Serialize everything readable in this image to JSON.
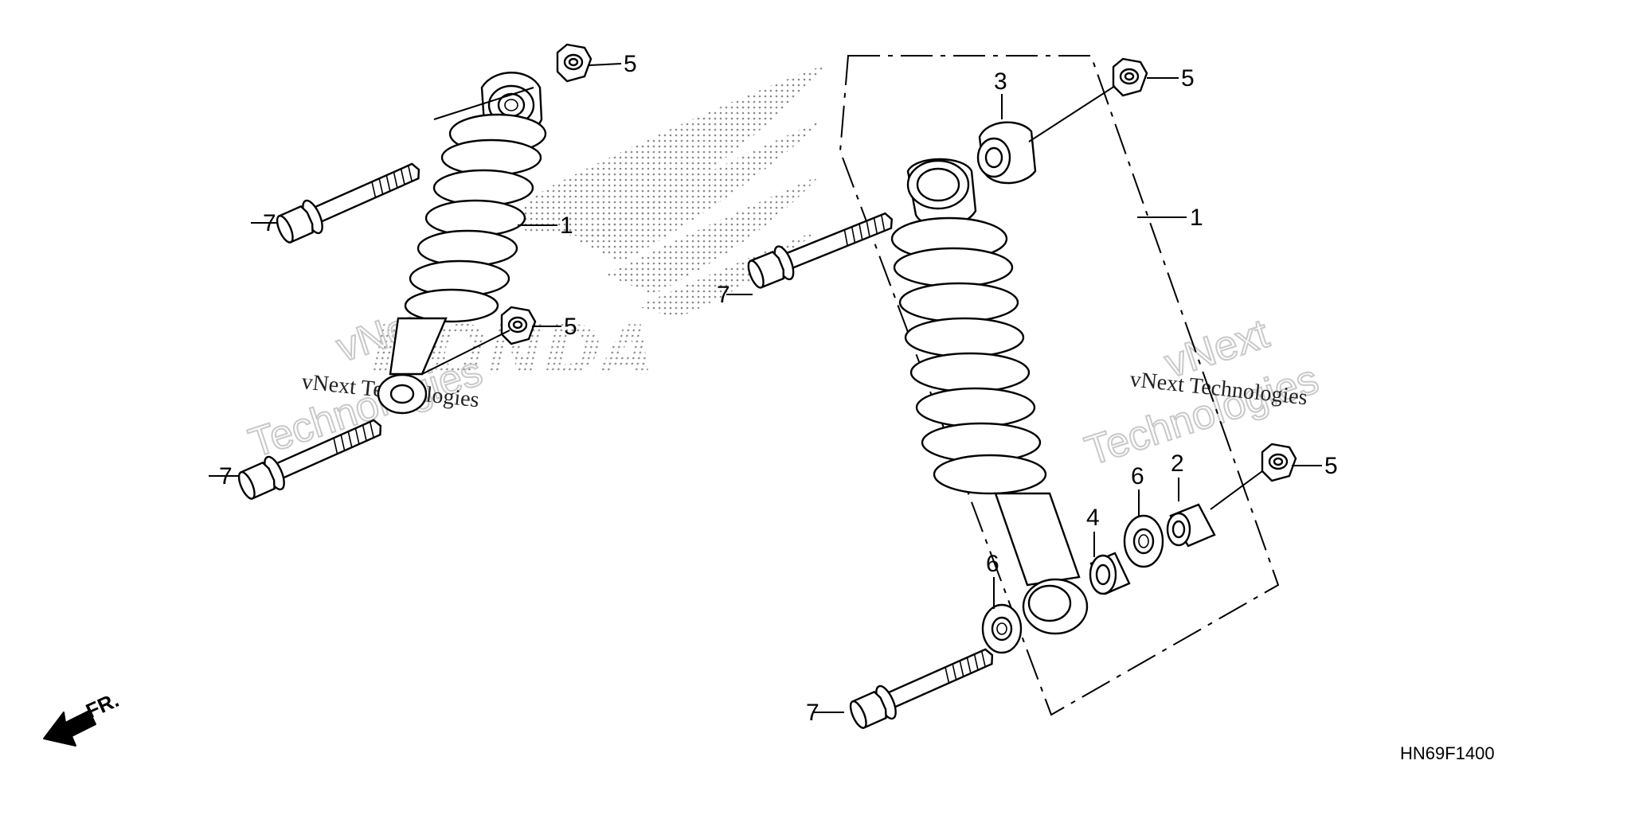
{
  "diagram": {
    "code": "HN69F1400",
    "front_label": "FR.",
    "logo_text": "HONDA",
    "watermark": {
      "line1": "vNext",
      "line2": "Technologies",
      "caption": "vNext Technologies"
    },
    "callouts": {
      "left_shock": "1",
      "left_nut_top": "5",
      "left_nut_bottom": "5",
      "left_bolt_top": "7",
      "left_bolt_bottom": "7",
      "right_shock": "1",
      "right_bushing_top": "3",
      "right_nut_top": "5",
      "right_nut_bottom": "5",
      "right_collar": "2",
      "right_spacer": "4",
      "right_washer_inner": "6",
      "right_washer_outer": "6",
      "right_bolt_top": "7",
      "right_bolt_bottom": "7"
    }
  }
}
